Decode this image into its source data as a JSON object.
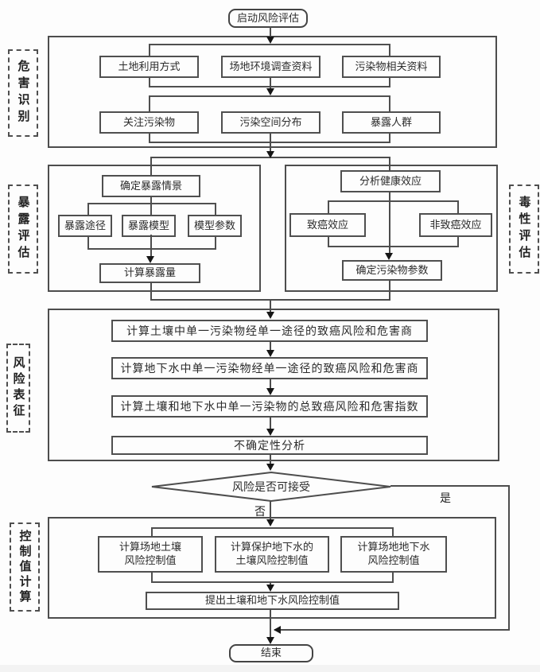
{
  "colors": {
    "line": "#4d4d4d",
    "text": "#2b2b2b",
    "background": "#fdfdfd",
    "bottom_strip": "#f3f3f3"
  },
  "flow": {
    "start_label": "启动风险评估",
    "end_label": "结束",
    "hazard": {
      "label": "危害识别",
      "row1": [
        "土地利用方式",
        "场地环境调查资料",
        "污染物相关资料"
      ],
      "row2": [
        "关注污染物",
        "污染空间分布",
        "暴露人群"
      ]
    },
    "exposure": {
      "label": "暴露评估",
      "scenario": "确定暴露情景",
      "items": [
        "暴露途径",
        "暴露模型",
        "模型参数"
      ],
      "result": "计算暴露量"
    },
    "toxicity": {
      "label": "毒性评估",
      "analysis": "分析健康效应",
      "items": [
        "致癌效应",
        "非致癌效应"
      ],
      "result": "确定污染物参数"
    },
    "characterization": {
      "label": "风险表征",
      "steps": [
        "计算土壤中单一污染物经单一途径的致癌风险和危害商",
        "计算地下水中单一污染物经单一途径的致癌风险和危害商",
        "计算土壤和地下水中单一污染物的总致癌风险和危害指数",
        "不确定性分析"
      ]
    },
    "decision": {
      "question": "风险是否可接受",
      "no": "否",
      "yes": "是"
    },
    "control": {
      "label": "控制值计算",
      "items": [
        "计算场地土壤\n风险控制值",
        "计算保护地下水的\n土壤风险控制值",
        "计算场地地下水\n风险控制值"
      ],
      "result": "提出土壤和地下水风险控制值"
    }
  }
}
